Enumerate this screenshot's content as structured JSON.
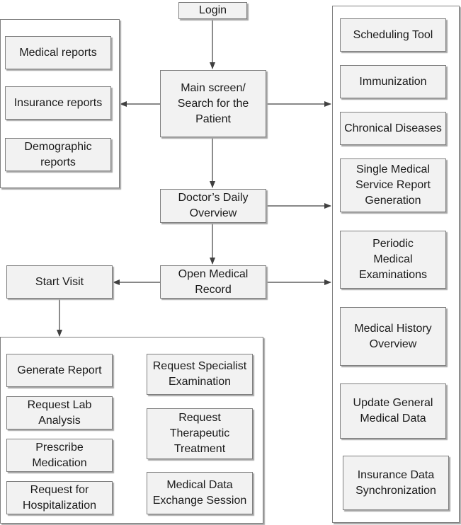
{
  "login": "Login",
  "main_screen": "Main screen/\nSearch for the\nPatient",
  "daily_overview": "Doctor’s Daily\nOverview",
  "open_record": "Open Medical\nRecord",
  "start_visit": "Start Visit",
  "reports": [
    "Medical reports",
    "Insurance reports",
    "Demographic\nreports"
  ],
  "right_features": [
    "Scheduling Tool",
    "Immunization",
    "Chronical Diseases",
    "Single Medical\nService Report\nGeneration",
    "Periodic\nMedical\nExaminations",
    "Medical History\nOverview",
    "Update General\nMedical Data",
    "Insurance Data\nSynchronization"
  ],
  "visit_left": [
    "Generate Report",
    "Request Lab\nAnalysis",
    "Prescribe\nMedication",
    "Request for\nHospitalization"
  ],
  "visit_right": [
    "Request Specialist\nExamination",
    "Request\nTherapeutic\nTreatment",
    "Medical Data\nExchange Session"
  ],
  "colors": {
    "box_fill": "#f2f2f2",
    "border": "#7f7f7f",
    "shadow": "#a6a6a6",
    "arrow": "#404040"
  }
}
